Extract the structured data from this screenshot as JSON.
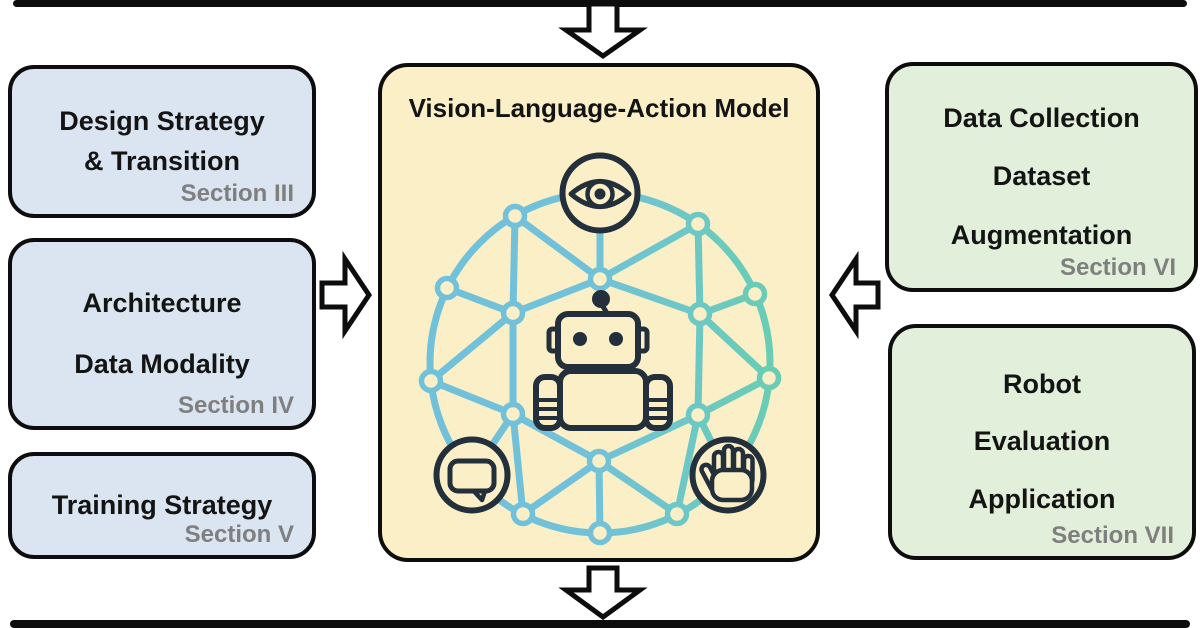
{
  "figure": {
    "center_box": {
      "title": "Vision-Language-Action Model"
    },
    "left_boxes": [
      {
        "lines": [
          "Design Strategy",
          "& Transition"
        ],
        "section": "Section III"
      },
      {
        "lines": [
          "Architecture",
          "Data Modality"
        ],
        "section": "Section IV"
      },
      {
        "lines": [
          "Training Strategy"
        ],
        "section": "Section V"
      }
    ],
    "right_boxes": [
      {
        "lines": [
          "Data Collection",
          "Dataset",
          "Augmentation"
        ],
        "section": "Section VI"
      },
      {
        "lines": [
          "Robot",
          "Evaluation",
          "Application"
        ],
        "section": "Section VII"
      }
    ],
    "icons": [
      "eye-icon",
      "robot-icon",
      "speech-bubble-icon",
      "hand-icon"
    ],
    "colors": {
      "box_blue": "#dbe5f1",
      "box_yellow": "#faefc7",
      "box_green": "#e2efda",
      "section_label_gray": "#7f7f7f",
      "network_blue": "#72c1da",
      "network_teal": "#69cdb4",
      "icon_dark": "#232f3a",
      "outline_black": "#0d0d0d"
    }
  }
}
